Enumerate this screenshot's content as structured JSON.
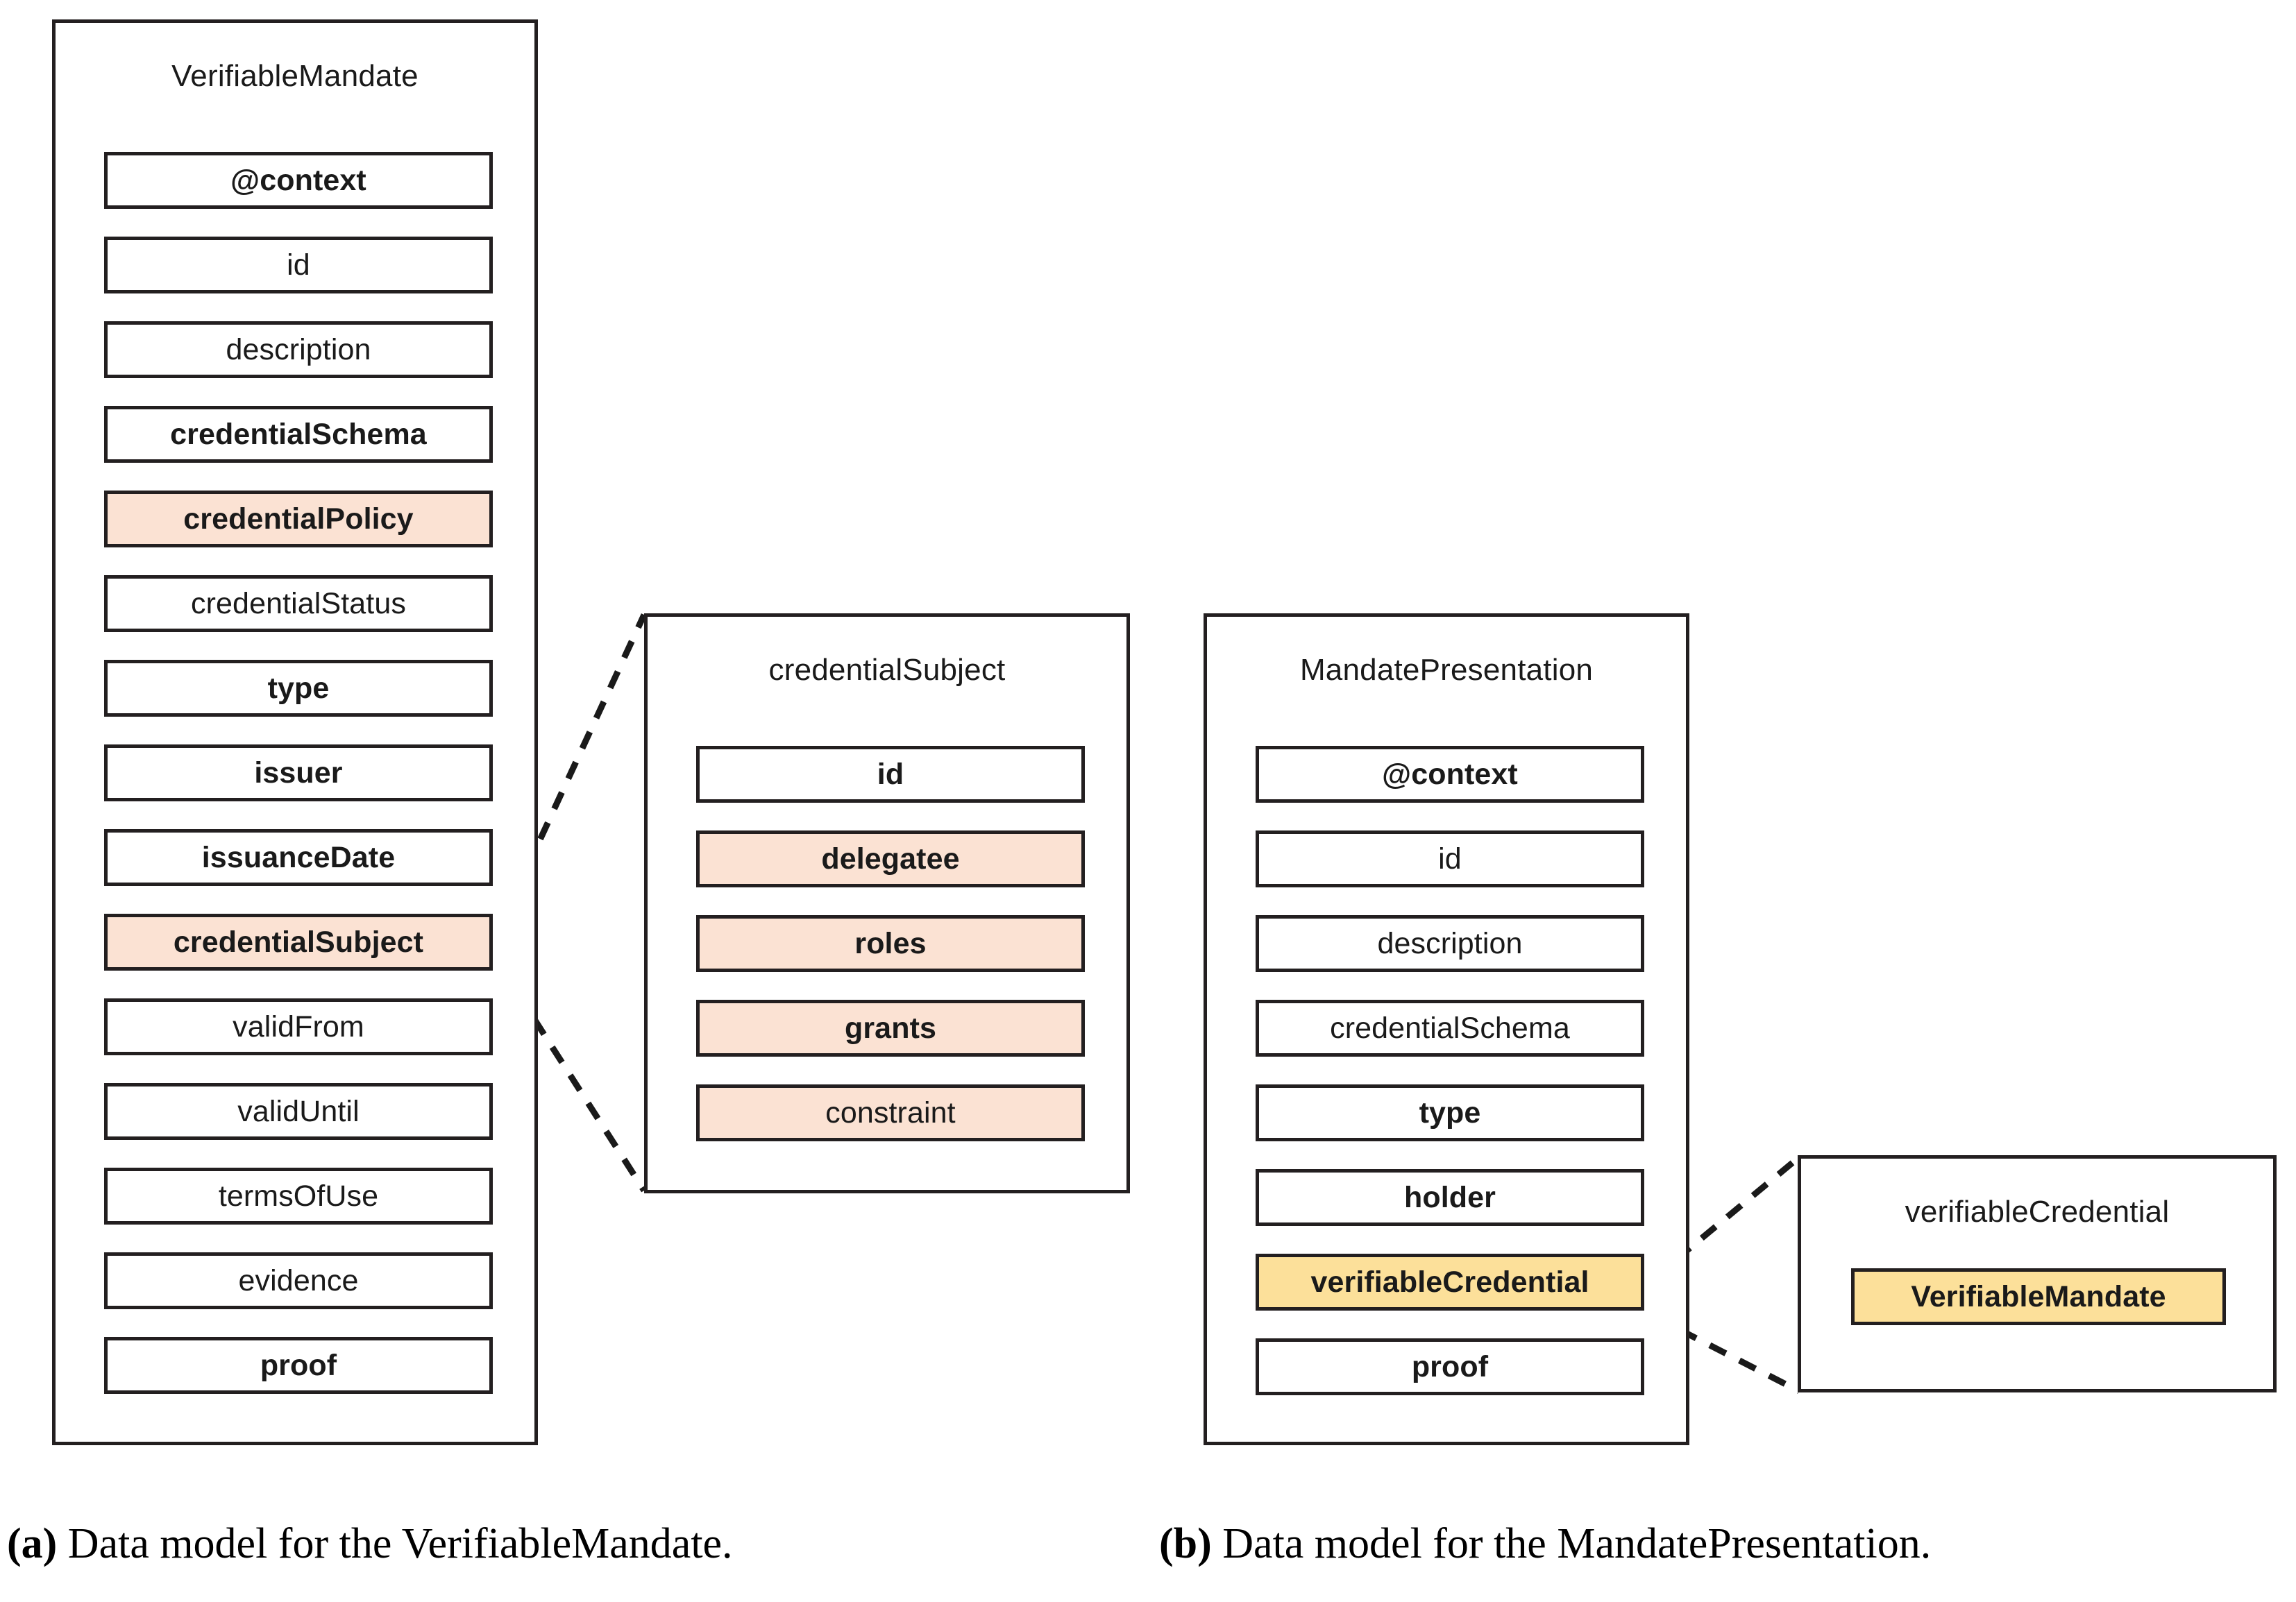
{
  "figure": {
    "colors": {
      "stroke": "#231f20",
      "peach_highlight": "#fbe2d3",
      "yellow_highlight": "#fce09a",
      "background": "#ffffff",
      "text": "#1a1a1a"
    }
  },
  "panel_a": {
    "caption_label": "(a)",
    "caption_text": " Data model for the VerifiableMandate.",
    "verifiable_mandate": {
      "title": "VerifiableMandate",
      "fields": [
        {
          "label": "@context",
          "bold": true,
          "highlight": "none"
        },
        {
          "label": "id",
          "bold": false,
          "highlight": "none"
        },
        {
          "label": "description",
          "bold": false,
          "highlight": "none"
        },
        {
          "label": "credentialSchema",
          "bold": true,
          "highlight": "none"
        },
        {
          "label": "credentialPolicy",
          "bold": true,
          "highlight": "peach"
        },
        {
          "label": "credentialStatus",
          "bold": false,
          "highlight": "none"
        },
        {
          "label": "type",
          "bold": true,
          "highlight": "none"
        },
        {
          "label": "issuer",
          "bold": true,
          "highlight": "none"
        },
        {
          "label": "issuanceDate",
          "bold": true,
          "highlight": "none"
        },
        {
          "label": "credentialSubject",
          "bold": true,
          "highlight": "peach"
        },
        {
          "label": "validFrom",
          "bold": false,
          "highlight": "none"
        },
        {
          "label": "validUntil",
          "bold": false,
          "highlight": "none"
        },
        {
          "label": "termsOfUse",
          "bold": false,
          "highlight": "none"
        },
        {
          "label": "evidence",
          "bold": false,
          "highlight": "none"
        },
        {
          "label": "proof",
          "bold": true,
          "highlight": "none"
        }
      ]
    },
    "credential_subject": {
      "title": "credentialSubject",
      "fields": [
        {
          "label": "id",
          "bold": true,
          "highlight": "none"
        },
        {
          "label": "delegatee",
          "bold": true,
          "highlight": "peach"
        },
        {
          "label": "roles",
          "bold": true,
          "highlight": "peach"
        },
        {
          "label": "grants",
          "bold": true,
          "highlight": "peach"
        },
        {
          "label": "constraint",
          "bold": false,
          "highlight": "peach"
        }
      ]
    }
  },
  "panel_b": {
    "caption_label": "(b)",
    "caption_text": " Data model for the MandatePresentation.",
    "mandate_presentation": {
      "title": "MandatePresentation",
      "fields": [
        {
          "label": "@context",
          "bold": true,
          "highlight": "none"
        },
        {
          "label": "id",
          "bold": false,
          "highlight": "none"
        },
        {
          "label": "description",
          "bold": false,
          "highlight": "none"
        },
        {
          "label": "credentialSchema",
          "bold": false,
          "highlight": "none"
        },
        {
          "label": "type",
          "bold": true,
          "highlight": "none"
        },
        {
          "label": "holder",
          "bold": true,
          "highlight": "none"
        },
        {
          "label": "verifiableCredential",
          "bold": true,
          "highlight": "yellow"
        },
        {
          "label": "proof",
          "bold": true,
          "highlight": "none"
        }
      ]
    },
    "verifiable_credential": {
      "title": "verifiableCredential",
      "fields": [
        {
          "label": "VerifiableMandate",
          "bold": true,
          "highlight": "yellow"
        }
      ]
    }
  }
}
